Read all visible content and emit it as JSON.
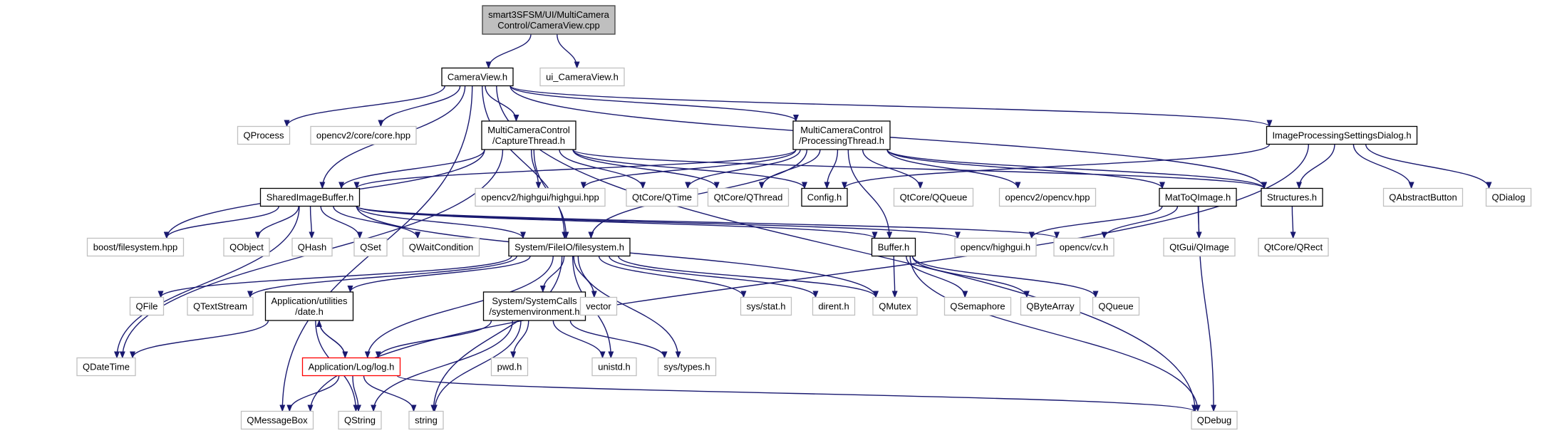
{
  "colors": {
    "edge": "#191970",
    "box_default": "#000000",
    "box_external": "#c0c0c0",
    "box_root_border": "#404040",
    "box_root_fill": "#bfbfbf",
    "box_error": "#ff0000"
  },
  "nodes": [
    {
      "id": "root",
      "kind": "root",
      "lines": [
        "smart3SFSM/UI/MultiCamera",
        "Control/CameraView.cpp"
      ]
    },
    {
      "id": "cameraview_h",
      "kind": "file",
      "lines": [
        "CameraView.h"
      ]
    },
    {
      "id": "ui_cameraview_h",
      "kind": "external",
      "lines": [
        "ui_CameraView.h"
      ]
    },
    {
      "id": "qprocess",
      "kind": "external",
      "lines": [
        "QProcess"
      ]
    },
    {
      "id": "opencv2_core_hpp",
      "kind": "external",
      "lines": [
        "opencv2/core/core.hpp"
      ]
    },
    {
      "id": "capturethread_h",
      "kind": "file",
      "lines": [
        "MultiCameraControl",
        "/CaptureThread.h"
      ]
    },
    {
      "id": "processingthread_h",
      "kind": "file",
      "lines": [
        "MultiCameraControl",
        "/ProcessingThread.h"
      ]
    },
    {
      "id": "imageprocsettings_h",
      "kind": "file",
      "lines": [
        "ImageProcessingSettingsDialog.h"
      ]
    },
    {
      "id": "sharedimagebuffer_h",
      "kind": "file",
      "lines": [
        "SharedImageBuffer.h"
      ]
    },
    {
      "id": "opencv2_highgui_hpp",
      "kind": "external",
      "lines": [
        "opencv2/highgui/highgui.hpp"
      ]
    },
    {
      "id": "qtcore_qtime",
      "kind": "external",
      "lines": [
        "QtCore/QTime"
      ]
    },
    {
      "id": "qtcore_qthread",
      "kind": "external",
      "lines": [
        "QtCore/QThread"
      ]
    },
    {
      "id": "config_h",
      "kind": "file",
      "lines": [
        "Config.h"
      ]
    },
    {
      "id": "qtcore_qqueue",
      "kind": "external",
      "lines": [
        "QtCore/QQueue"
      ]
    },
    {
      "id": "opencv2_opencv_hpp",
      "kind": "external",
      "lines": [
        "opencv2/opencv.hpp"
      ]
    },
    {
      "id": "mattoqimage_h",
      "kind": "file",
      "lines": [
        "MatToQImage.h"
      ]
    },
    {
      "id": "structures_h",
      "kind": "file",
      "lines": [
        "Structures.h"
      ]
    },
    {
      "id": "qabstractbutton",
      "kind": "external",
      "lines": [
        "QAbstractButton"
      ]
    },
    {
      "id": "qdialog",
      "kind": "external",
      "lines": [
        "QDialog"
      ]
    },
    {
      "id": "boost_filesystem_hpp",
      "kind": "external",
      "lines": [
        "boost/filesystem.hpp"
      ]
    },
    {
      "id": "qobject",
      "kind": "external",
      "lines": [
        "QObject"
      ]
    },
    {
      "id": "qhash",
      "kind": "external",
      "lines": [
        "QHash"
      ]
    },
    {
      "id": "qset",
      "kind": "external",
      "lines": [
        "QSet"
      ]
    },
    {
      "id": "qwaitcondition",
      "kind": "external",
      "lines": [
        "QWaitCondition"
      ]
    },
    {
      "id": "filesystem_h",
      "kind": "file",
      "lines": [
        "System/FileIO/filesystem.h"
      ]
    },
    {
      "id": "buffer_h",
      "kind": "file",
      "lines": [
        "Buffer.h"
      ]
    },
    {
      "id": "opencv_highgui_h",
      "kind": "external",
      "lines": [
        "opencv/highgui.h"
      ]
    },
    {
      "id": "opencv_cv_h",
      "kind": "external",
      "lines": [
        "opencv/cv.h"
      ]
    },
    {
      "id": "qtgui_qimage",
      "kind": "external",
      "lines": [
        "QtGui/QImage"
      ]
    },
    {
      "id": "qtcore_qrect",
      "kind": "external",
      "lines": [
        "QtCore/QRect"
      ]
    },
    {
      "id": "qfile",
      "kind": "external",
      "lines": [
        "QFile"
      ]
    },
    {
      "id": "qtextstream",
      "kind": "external",
      "lines": [
        "QTextStream"
      ]
    },
    {
      "id": "date_h",
      "kind": "file",
      "lines": [
        "Application/utilities",
        "/date.h"
      ]
    },
    {
      "id": "systemenvironment_h",
      "kind": "file",
      "lines": [
        "System/SystemCalls",
        "/systemenvironment.h"
      ]
    },
    {
      "id": "vector",
      "kind": "external",
      "lines": [
        "vector"
      ]
    },
    {
      "id": "sys_stat_h",
      "kind": "external",
      "lines": [
        "sys/stat.h"
      ]
    },
    {
      "id": "dirent_h",
      "kind": "external",
      "lines": [
        "dirent.h"
      ]
    },
    {
      "id": "qmutex",
      "kind": "external",
      "lines": [
        "QMutex"
      ]
    },
    {
      "id": "qsemaphore",
      "kind": "external",
      "lines": [
        "QSemaphore"
      ]
    },
    {
      "id": "qbytearray",
      "kind": "external",
      "lines": [
        "QByteArray"
      ]
    },
    {
      "id": "qqueue",
      "kind": "external",
      "lines": [
        "QQueue"
      ]
    },
    {
      "id": "qdatetime",
      "kind": "external",
      "lines": [
        "QDateTime"
      ]
    },
    {
      "id": "log_h",
      "kind": "error",
      "lines": [
        "Application/Log/log.h"
      ]
    },
    {
      "id": "pwd_h",
      "kind": "external",
      "lines": [
        "pwd.h"
      ]
    },
    {
      "id": "unistd_h",
      "kind": "external",
      "lines": [
        "unistd.h"
      ]
    },
    {
      "id": "sys_types_h",
      "kind": "external",
      "lines": [
        "sys/types.h"
      ]
    },
    {
      "id": "qmessagebox",
      "kind": "external",
      "lines": [
        "QMessageBox"
      ]
    },
    {
      "id": "qstring",
      "kind": "external",
      "lines": [
        "QString"
      ]
    },
    {
      "id": "string",
      "kind": "external",
      "lines": [
        "string"
      ]
    },
    {
      "id": "qdebug",
      "kind": "external",
      "lines": [
        "QDebug"
      ]
    }
  ],
  "edges": [
    [
      "root",
      "cameraview_h"
    ],
    [
      "root",
      "ui_cameraview_h"
    ],
    [
      "cameraview_h",
      "qprocess"
    ],
    [
      "cameraview_h",
      "opencv2_core_hpp"
    ],
    [
      "cameraview_h",
      "capturethread_h"
    ],
    [
      "cameraview_h",
      "processingthread_h"
    ],
    [
      "cameraview_h",
      "imageprocsettings_h"
    ],
    [
      "cameraview_h",
      "sharedimagebuffer_h"
    ],
    [
      "cameraview_h",
      "filesystem_h"
    ],
    [
      "cameraview_h",
      "structures_h"
    ],
    [
      "cameraview_h",
      "qmessagebox"
    ],
    [
      "cameraview_h",
      "qdebug"
    ],
    [
      "capturethread_h",
      "sharedimagebuffer_h"
    ],
    [
      "capturethread_h",
      "opencv2_highgui_hpp"
    ],
    [
      "capturethread_h",
      "qtcore_qtime"
    ],
    [
      "capturethread_h",
      "qtcore_qthread"
    ],
    [
      "capturethread_h",
      "config_h"
    ],
    [
      "capturethread_h",
      "structures_h"
    ],
    [
      "capturethread_h",
      "filesystem_h"
    ],
    [
      "capturethread_h",
      "boost_filesystem_hpp"
    ],
    [
      "capturethread_h",
      "qdatetime"
    ],
    [
      "processingthread_h",
      "sharedimagebuffer_h"
    ],
    [
      "processingthread_h",
      "opencv2_highgui_hpp"
    ],
    [
      "processingthread_h",
      "qtcore_qtime"
    ],
    [
      "processingthread_h",
      "qtcore_qthread"
    ],
    [
      "processingthread_h",
      "config_h"
    ],
    [
      "processingthread_h",
      "qtcore_qqueue"
    ],
    [
      "processingthread_h",
      "opencv2_opencv_hpp"
    ],
    [
      "processingthread_h",
      "mattoqimage_h"
    ],
    [
      "processingthread_h",
      "structures_h"
    ],
    [
      "processingthread_h",
      "filesystem_h"
    ],
    [
      "processingthread_h",
      "buffer_h"
    ],
    [
      "imageprocsettings_h",
      "config_h"
    ],
    [
      "imageprocsettings_h",
      "structures_h"
    ],
    [
      "imageprocsettings_h",
      "qabstractbutton"
    ],
    [
      "imageprocsettings_h",
      "qdialog"
    ],
    [
      "imageprocsettings_h",
      "qmessagebox"
    ],
    [
      "sharedimagebuffer_h",
      "boost_filesystem_hpp"
    ],
    [
      "sharedimagebuffer_h",
      "qobject"
    ],
    [
      "sharedimagebuffer_h",
      "qhash"
    ],
    [
      "sharedimagebuffer_h",
      "qset"
    ],
    [
      "sharedimagebuffer_h",
      "qwaitcondition"
    ],
    [
      "sharedimagebuffer_h",
      "filesystem_h"
    ],
    [
      "sharedimagebuffer_h",
      "buffer_h"
    ],
    [
      "sharedimagebuffer_h",
      "opencv_highgui_h"
    ],
    [
      "sharedimagebuffer_h",
      "opencv_cv_h"
    ],
    [
      "sharedimagebuffer_h",
      "qmutex"
    ],
    [
      "sharedimagebuffer_h",
      "qdatetime"
    ],
    [
      "mattoqimage_h",
      "opencv_highgui_h"
    ],
    [
      "mattoqimage_h",
      "opencv_cv_h"
    ],
    [
      "mattoqimage_h",
      "qtgui_qimage"
    ],
    [
      "mattoqimage_h",
      "qdebug"
    ],
    [
      "structures_h",
      "qtcore_qrect"
    ],
    [
      "filesystem_h",
      "qfile"
    ],
    [
      "filesystem_h",
      "qtextstream"
    ],
    [
      "filesystem_h",
      "date_h"
    ],
    [
      "filesystem_h",
      "systemenvironment_h"
    ],
    [
      "filesystem_h",
      "vector"
    ],
    [
      "filesystem_h",
      "sys_stat_h"
    ],
    [
      "filesystem_h",
      "dirent_h"
    ],
    [
      "filesystem_h",
      "qmutex"
    ],
    [
      "filesystem_h",
      "log_h"
    ],
    [
      "filesystem_h",
      "string"
    ],
    [
      "filesystem_h",
      "unistd_h"
    ],
    [
      "filesystem_h",
      "sys_types_h"
    ],
    [
      "buffer_h",
      "qmutex"
    ],
    [
      "buffer_h",
      "qsemaphore"
    ],
    [
      "buffer_h",
      "qbytearray"
    ],
    [
      "buffer_h",
      "qqueue"
    ],
    [
      "buffer_h",
      "qdebug"
    ],
    [
      "date_h",
      "qdatetime"
    ],
    [
      "date_h",
      "log_h"
    ],
    [
      "date_h",
      "qstring"
    ],
    [
      "systemenvironment_h",
      "log_h"
    ],
    [
      "systemenvironment_h",
      "pwd_h"
    ],
    [
      "systemenvironment_h",
      "unistd_h"
    ],
    [
      "systemenvironment_h",
      "sys_types_h"
    ],
    [
      "systemenvironment_h",
      "qstring"
    ],
    [
      "systemenvironment_h",
      "string"
    ],
    [
      "log_h",
      "date_h"
    ],
    [
      "log_h",
      "qmessagebox"
    ],
    [
      "log_h",
      "qstring"
    ],
    [
      "log_h",
      "string"
    ],
    [
      "log_h",
      "qdebug"
    ]
  ]
}
